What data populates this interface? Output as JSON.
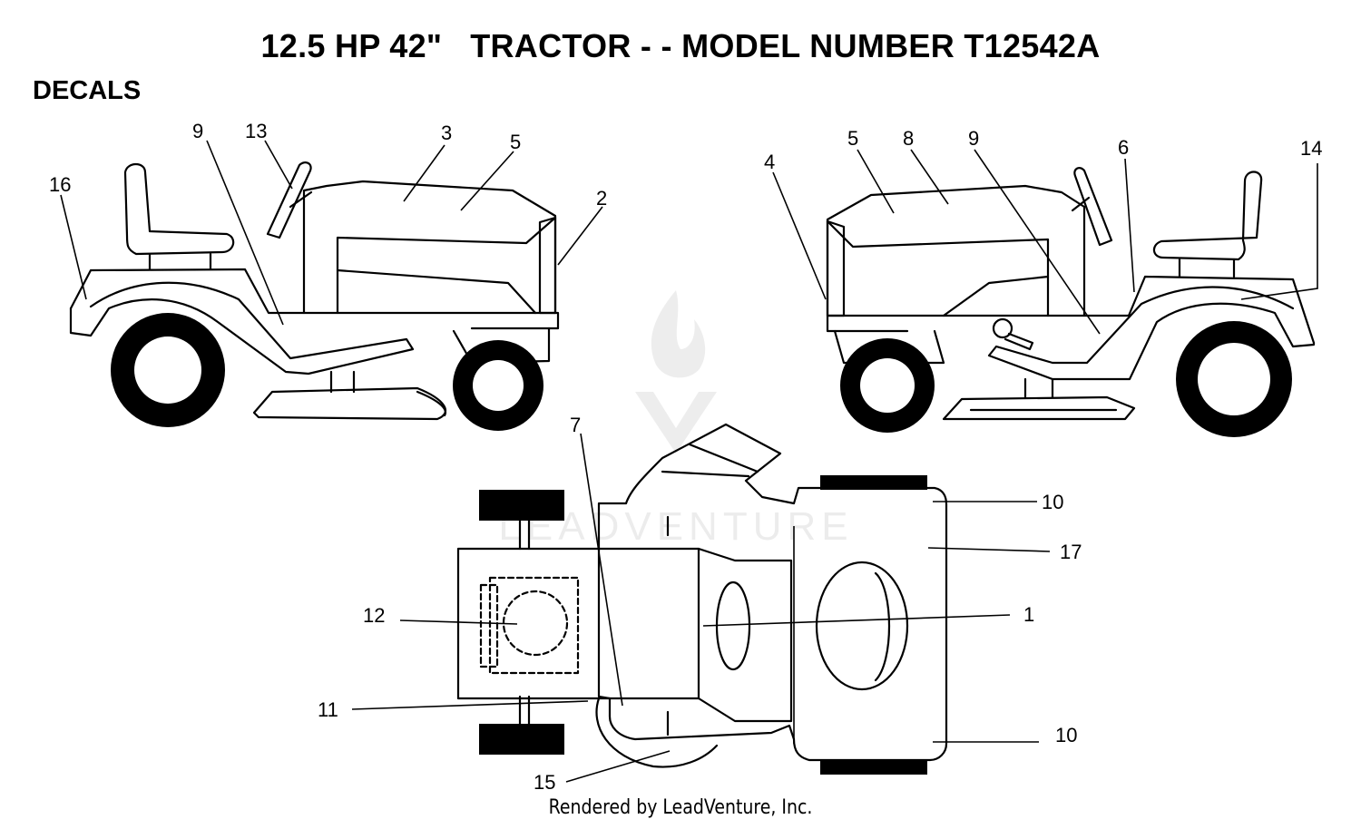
{
  "header": {
    "title": "12.5 HP 42\"   TRACTOR - - MODEL NUMBER T12542A",
    "section": "DECALS"
  },
  "footer": {
    "text": "Rendered by LeadVenture, Inc."
  },
  "watermark": {
    "text": "LEADVENTURE"
  },
  "callouts": {
    "left_view": [
      "16",
      "9",
      "13",
      "3",
      "5",
      "2"
    ],
    "right_view": [
      "4",
      "5",
      "8",
      "9",
      "6",
      "14"
    ],
    "top_view": [
      "7",
      "10",
      "17",
      "12",
      "1",
      "11",
      "10",
      "15"
    ]
  }
}
